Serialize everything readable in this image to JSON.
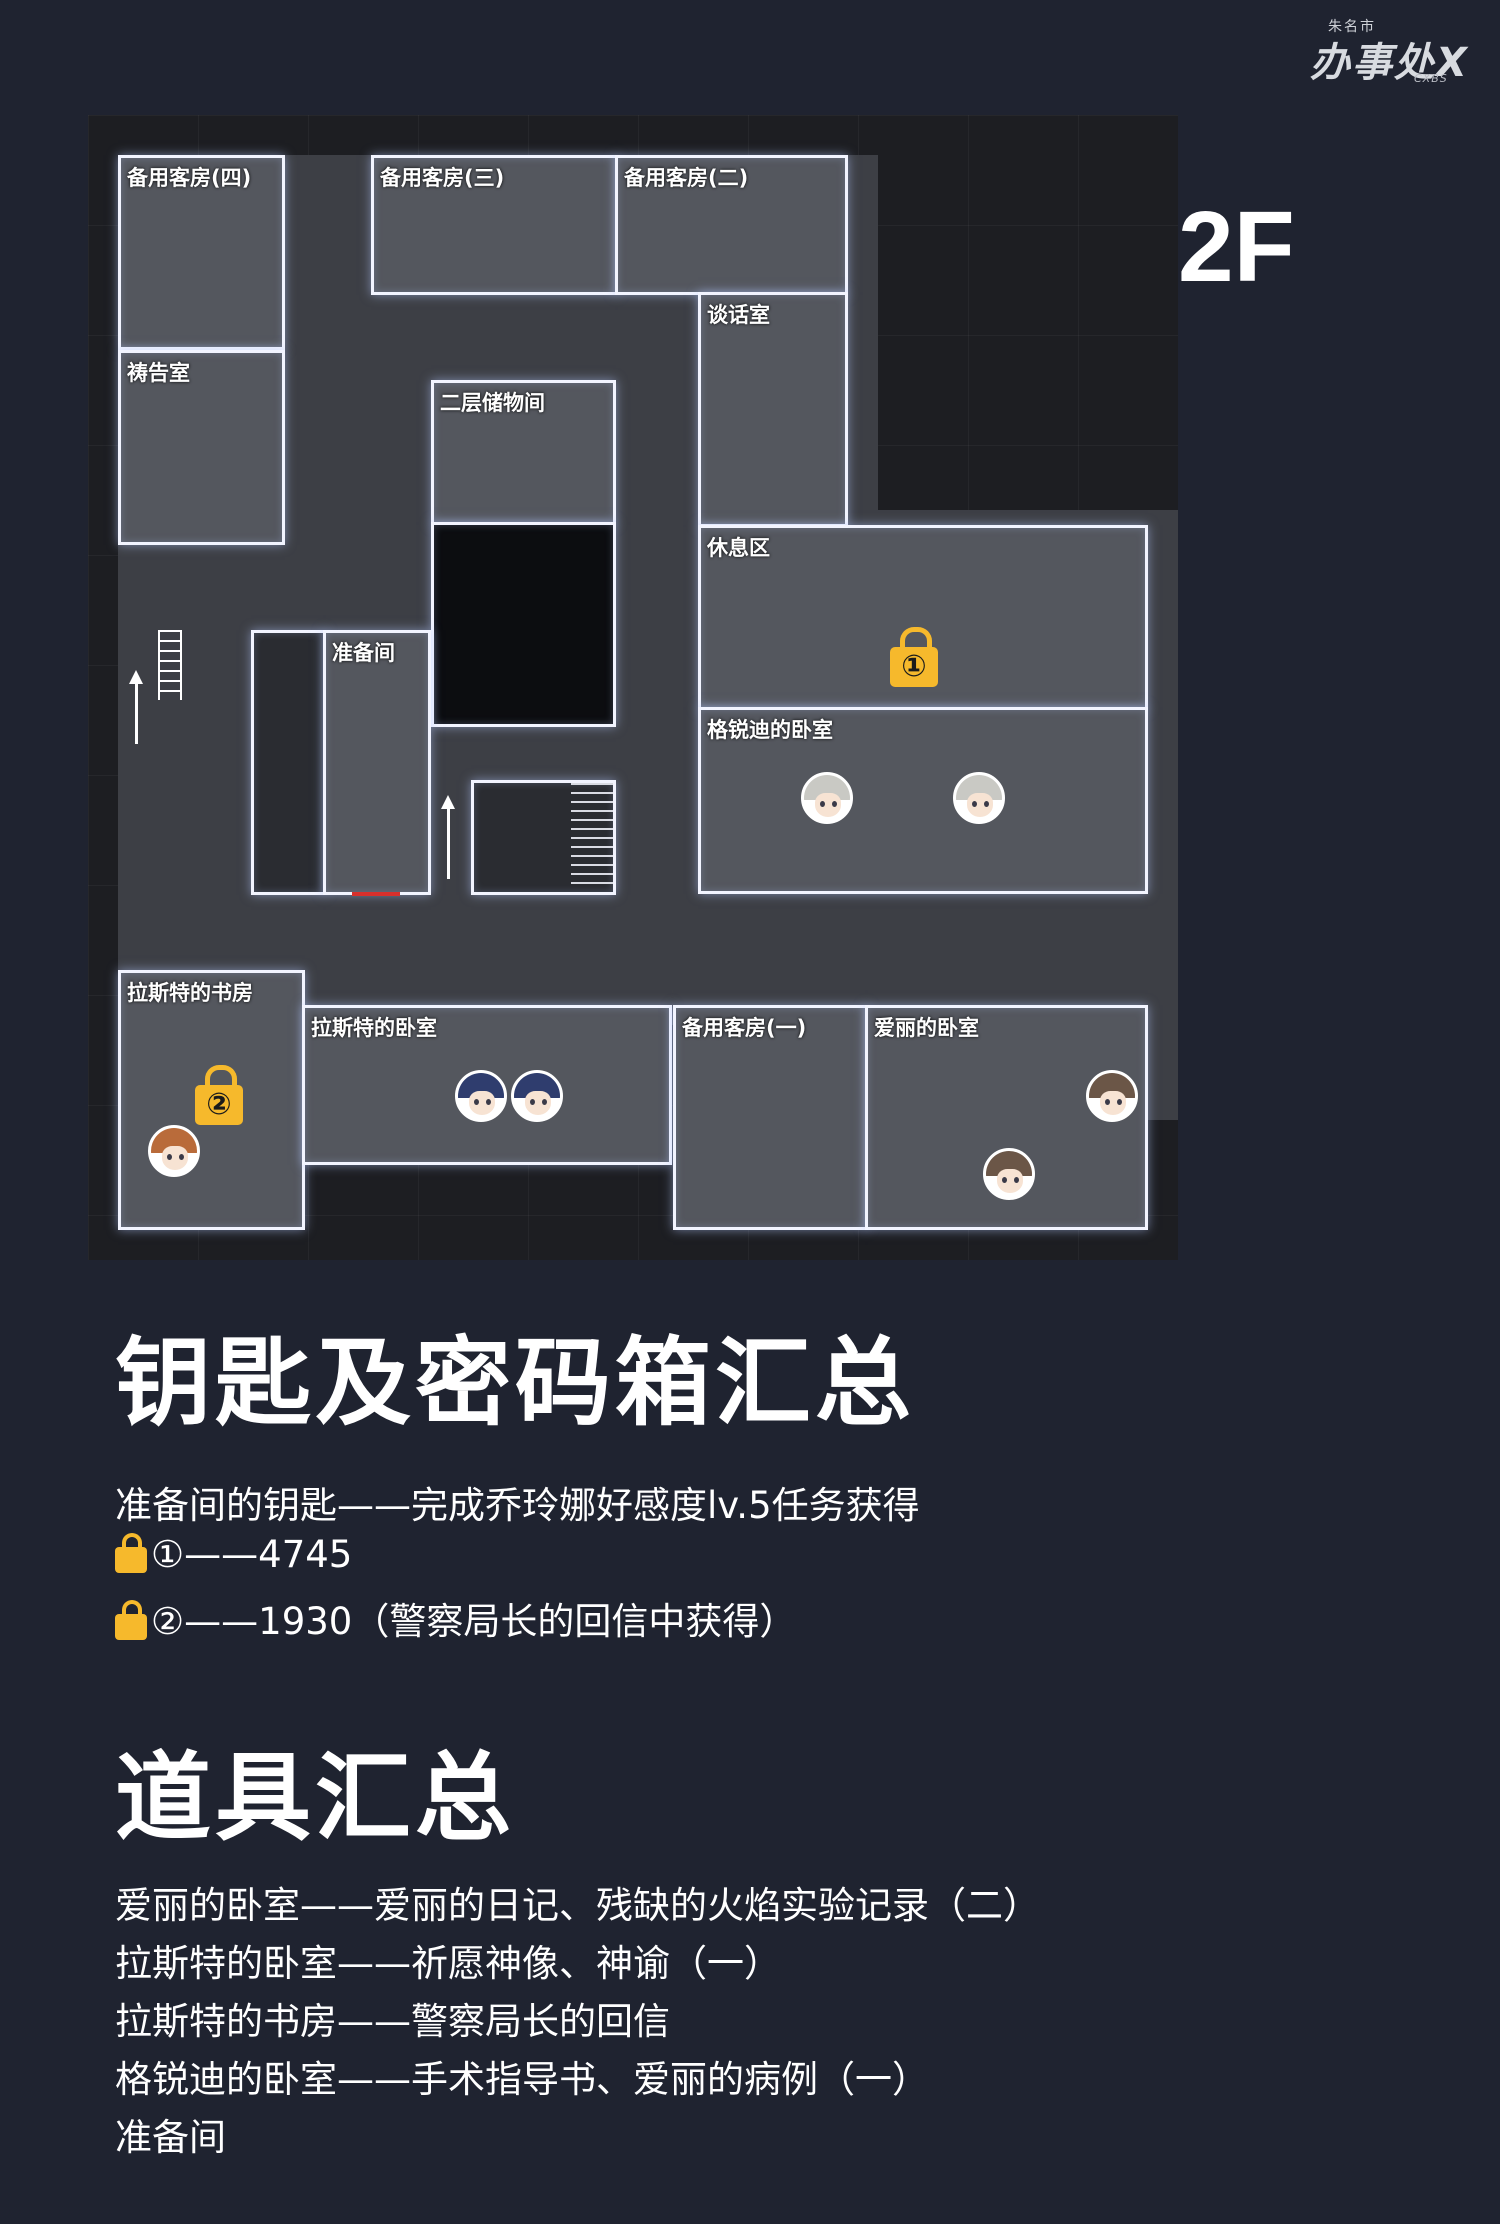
{
  "brand": {
    "top_text": "朱名市",
    "main_text": "办事处X",
    "sub_text": "CXBS"
  },
  "map": {
    "floor": "2F",
    "rooms": {
      "guest4": "备用客房(四)",
      "guest3": "备用客房(三)",
      "guest2": "备用客房(二)",
      "talk": "谈话室",
      "prayer": "祷告室",
      "storage": "二层储物间",
      "rest": "休息区",
      "prep": "准备间",
      "gerui": "格锐迪的卧室",
      "study": "拉斯特的书房",
      "last_bed": "拉斯特的卧室",
      "guest1": "备用客房(一)",
      "ally_bed": "爱丽的卧室"
    },
    "locks": [
      "①",
      "②"
    ],
    "icons": [
      "lock-icon",
      "stairs-icon",
      "up-arrow-icon",
      "character-avatar-icon"
    ],
    "colors": {
      "lock": "#f6b92c",
      "door_red": "#d8302c",
      "wall": "#f2f4ff"
    }
  },
  "keys_section": {
    "title": "钥匙及密码箱汇总",
    "line1": "准备间的钥匙——完成乔玲娜好感度lv.5任务获得",
    "line2": "①——4745",
    "line3": "②——1930（警察局长的回信中获得）"
  },
  "items_section": {
    "title": "道具汇总",
    "lines": [
      "爱丽的卧室——爱丽的日记、残缺的火焰实验记录（二）",
      "拉斯特的卧室——祈愿神像、神谕（一）",
      "拉斯特的书房——警察局长的回信",
      "格锐迪的卧室——手术指导书、爱丽的病例（一）",
      "准备间"
    ]
  }
}
